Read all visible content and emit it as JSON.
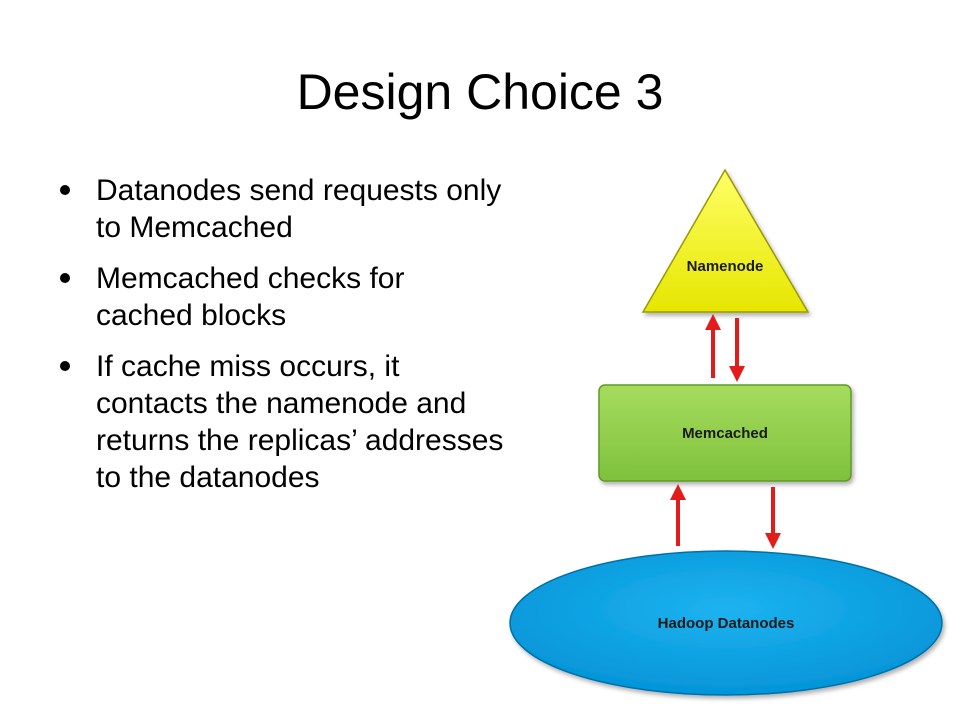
{
  "slide": {
    "title": "Design Choice 3",
    "bullets": [
      "Datanodes send requests only to Memcached",
      "Memcached checks for cached blocks",
      "If cache miss occurs, it contacts the namenode and returns the replicas’ addresses to the datanodes"
    ]
  },
  "diagram": {
    "nodes": {
      "namenode": {
        "label": "Namenode",
        "color": "#FFFF33"
      },
      "memcached": {
        "label": "Memcached",
        "color": "#92D050"
      },
      "datanodes": {
        "label": "Hadoop Datanodes",
        "color": "#00A0E3"
      }
    },
    "arrow_color": "#E31B1B"
  }
}
